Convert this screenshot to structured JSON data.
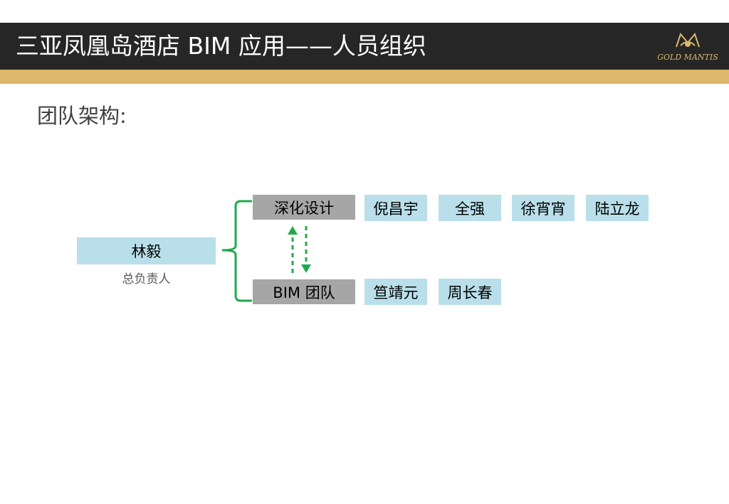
{
  "header": {
    "title": "三亚凤凰岛酒店 BIM 应用——人员组织",
    "logo_text": "GOLD MANTIS"
  },
  "subtitle": "团队架构:",
  "org": {
    "leader": {
      "name": "林毅",
      "role": "总负责人"
    },
    "groups": [
      {
        "name": "深化设计",
        "members": [
          "倪昌宇",
          "全强",
          "徐宵宵",
          "陆立龙"
        ]
      },
      {
        "name": "BIM 团队",
        "members": [
          "笪靖元",
          "周长春"
        ]
      }
    ]
  },
  "colors": {
    "header_bg": "#262626",
    "gold": "#dcb86c",
    "member_box": "#b9dfea",
    "group_box": "#a6a6a6",
    "connector": "#1faa4d"
  }
}
